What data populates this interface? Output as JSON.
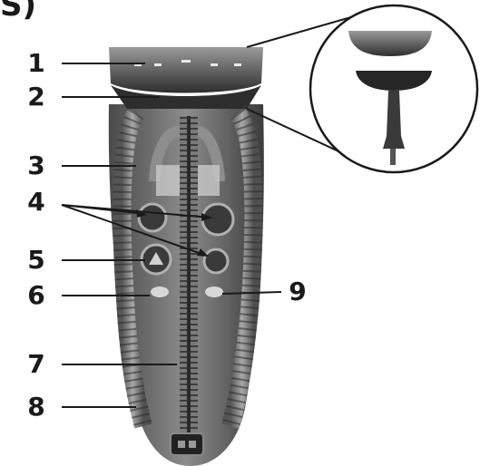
{
  "panel_label": "S)",
  "callouts": {
    "n1": "1",
    "n2": "2",
    "n3": "3",
    "n4": "4",
    "n5": "5",
    "n6": "6",
    "n7": "7",
    "n8": "8",
    "n9": "9"
  },
  "colors": {
    "ink": "#1a1a1a",
    "device_body": "#6b6b6b",
    "hose": "#8a8a8a",
    "background": "#ffffff"
  }
}
